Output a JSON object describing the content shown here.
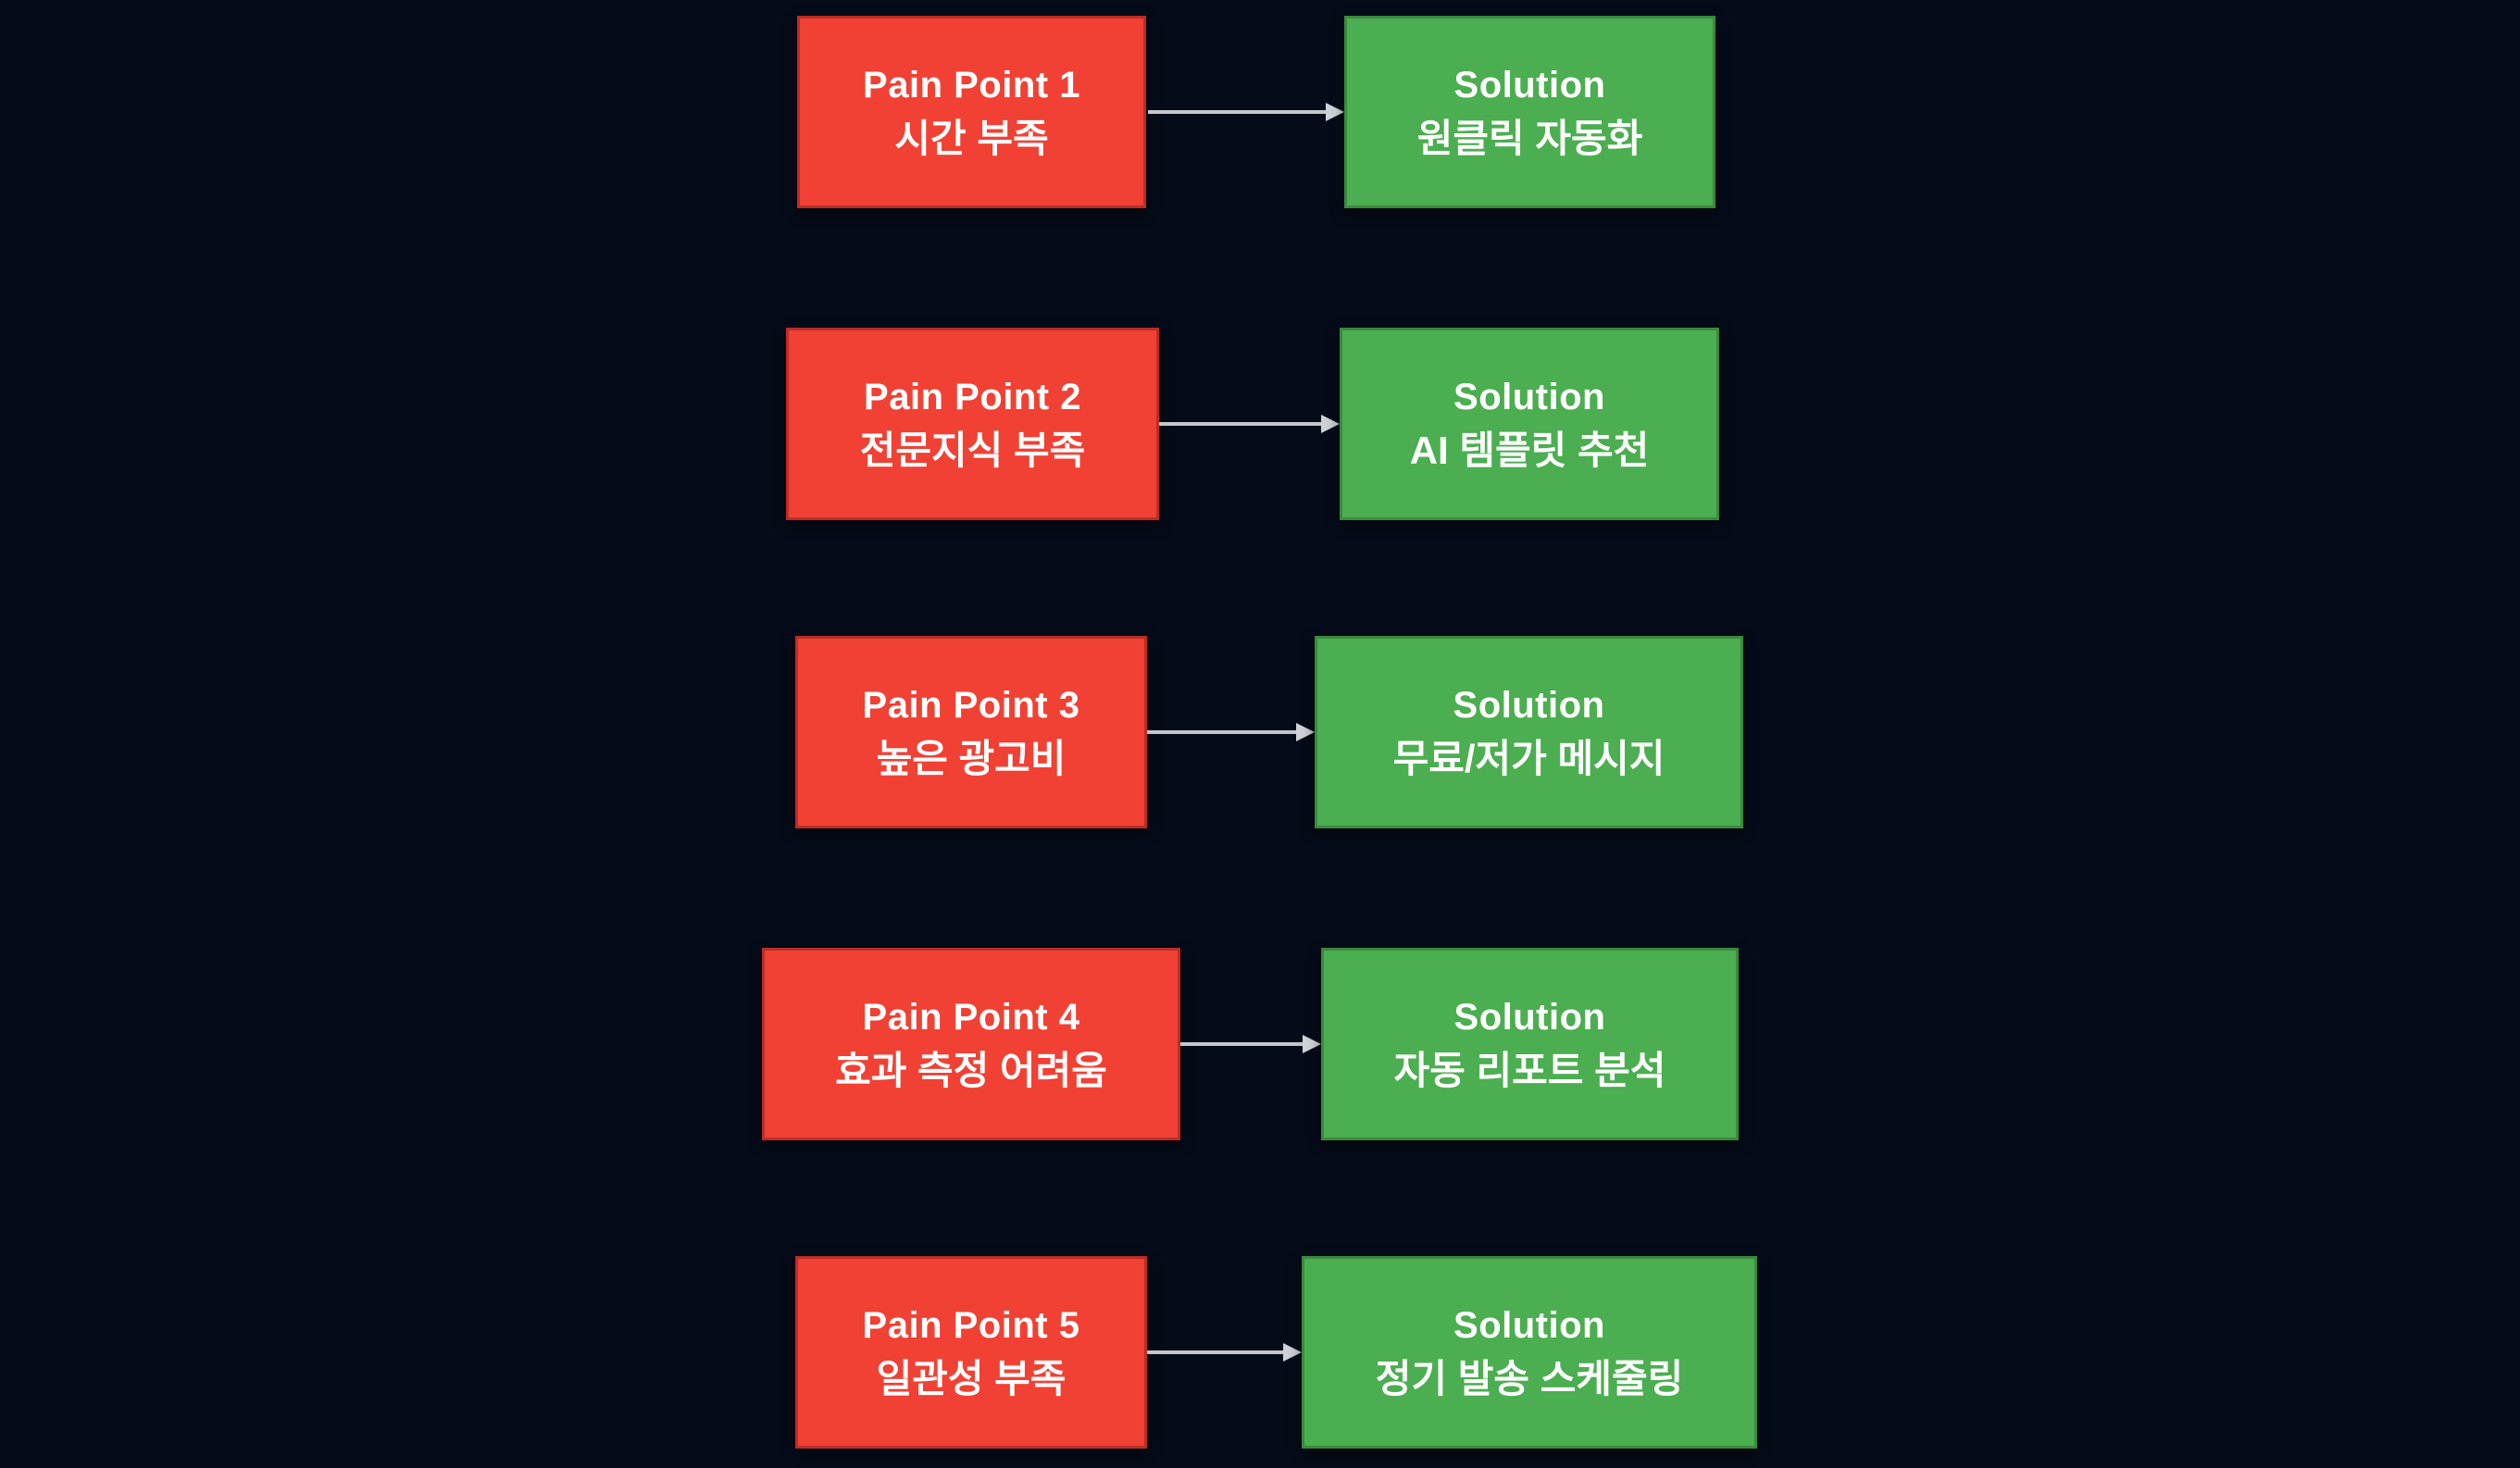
{
  "colors": {
    "background": "#050b18",
    "pain_fill": "#f04134",
    "pain_border": "#bb2d25",
    "solution_fill": "#4bae50",
    "solution_border": "#3a8a3e",
    "arrow": "#c4c7cc",
    "text": "#ffffff"
  },
  "diagram": {
    "rows": [
      {
        "pain": {
          "title": "Pain Point 1",
          "subtitle": "시간 부족"
        },
        "solution": {
          "title": "Solution",
          "subtitle": "원클릭 자동화"
        }
      },
      {
        "pain": {
          "title": "Pain Point 2",
          "subtitle": "전문지식 부족"
        },
        "solution": {
          "title": "Solution",
          "subtitle": "AI 템플릿 추천"
        }
      },
      {
        "pain": {
          "title": "Pain Point 3",
          "subtitle": "높은 광고비"
        },
        "solution": {
          "title": "Solution",
          "subtitle": "무료/저가 메시지"
        }
      },
      {
        "pain": {
          "title": "Pain Point 4",
          "subtitle": "효과 측정 어려움"
        },
        "solution": {
          "title": "Solution",
          "subtitle": "자동 리포트 분석"
        }
      },
      {
        "pain": {
          "title": "Pain Point 5",
          "subtitle": "일관성 부족"
        },
        "solution": {
          "title": "Solution",
          "subtitle": "정기 발송 스케줄링"
        }
      }
    ]
  }
}
